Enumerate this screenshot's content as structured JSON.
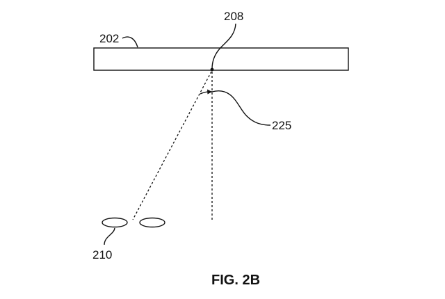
{
  "labels": {
    "panel": "202",
    "point": "208",
    "angle": "225",
    "eyes": "210"
  },
  "caption": "FIG. 2B",
  "colors": {
    "ink": "#111111",
    "background": "#ffffff"
  }
}
